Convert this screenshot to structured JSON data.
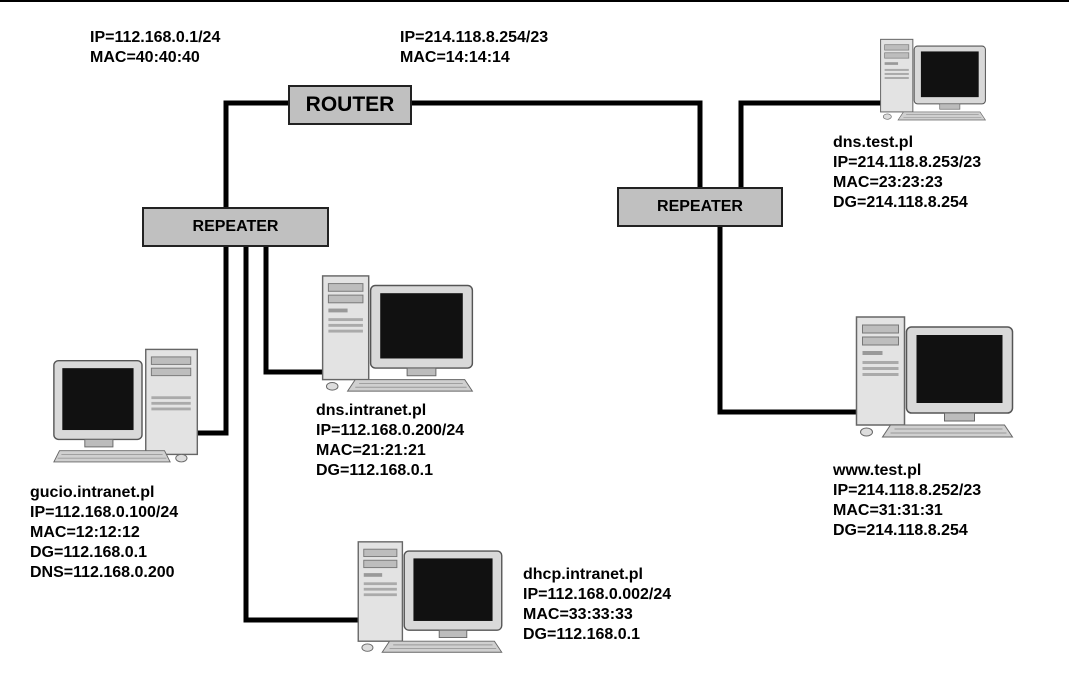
{
  "router": {
    "label": "ROUTER",
    "left_if": {
      "ip": "IP=112.168.0.1/24",
      "mac": "MAC=40:40:40"
    },
    "right_if": {
      "ip": "IP=214.118.8.254/23",
      "mac": "MAC=14:14:14"
    }
  },
  "repeaters": [
    {
      "label": "REPEATER"
    },
    {
      "label": "REPEATER"
    }
  ],
  "hosts": {
    "gucio": {
      "name": "gucio.intranet.pl",
      "ip": "IP=112.168.0.100/24",
      "mac": "MAC=12:12:12",
      "dg": "DG=112.168.0.1",
      "dns": "DNS=112.168.0.200"
    },
    "dns_intranet": {
      "name": "dns.intranet.pl",
      "ip": "IP=112.168.0.200/24",
      "mac": "MAC=21:21:21",
      "dg": "DG=112.168.0.1"
    },
    "dhcp_intranet": {
      "name": "dhcp.intranet.pl",
      "ip": "IP=112.168.0.002/24",
      "mac": "MAC=33:33:33",
      "dg": "DG=112.168.0.1"
    },
    "dns_test": {
      "name": "dns.test.pl",
      "ip": "IP=214.118.8.253/23",
      "mac": "MAC=23:23:23",
      "dg": "DG=214.118.8.254"
    },
    "www_test": {
      "name": "www.test.pl",
      "ip": "IP=214.118.8.252/23",
      "mac": "MAC=31:31:31",
      "dg": "DG=214.118.8.254"
    }
  },
  "icons": [
    "computer-icon"
  ]
}
